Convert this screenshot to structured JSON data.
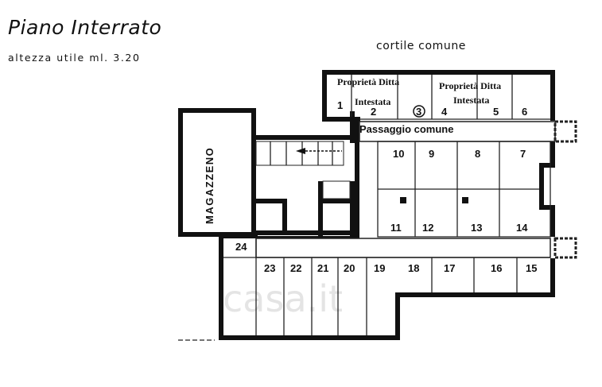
{
  "header": {
    "title": "Piano Interrato",
    "subtitle": "altezza utile ml. 3.20",
    "courtyard": "cortile comune"
  },
  "labels": {
    "storage": "MAGAZZENO",
    "passage": "Passaggio comune",
    "owner_left_1": "Proprietà Ditta",
    "owner_left_2": "Intestata",
    "owner_right_1": "Proprietà Ditta",
    "owner_right_2": "Intestata",
    "watermark": "casa.it"
  },
  "units": [
    "1",
    "2",
    "3",
    "4",
    "5",
    "6",
    "7",
    "8",
    "9",
    "10",
    "11",
    "12",
    "13",
    "14",
    "15",
    "16",
    "17",
    "18",
    "19",
    "20",
    "21",
    "22",
    "23",
    "24"
  ]
}
